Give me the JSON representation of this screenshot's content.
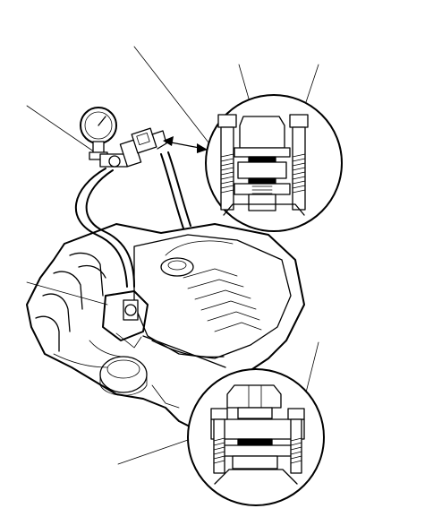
{
  "diagram": {
    "colors": {
      "line": "#000000",
      "background": "#ffffff"
    },
    "components": [
      "pressure-gauge",
      "shutoff-valve",
      "fuel-filter-adapter",
      "gauge-hose",
      "engine",
      "fuel-rail",
      "banjo-fitting",
      "sealing-washer",
      "banjo-bolt"
    ],
    "callouts": 6,
    "detail_views": 2
  }
}
